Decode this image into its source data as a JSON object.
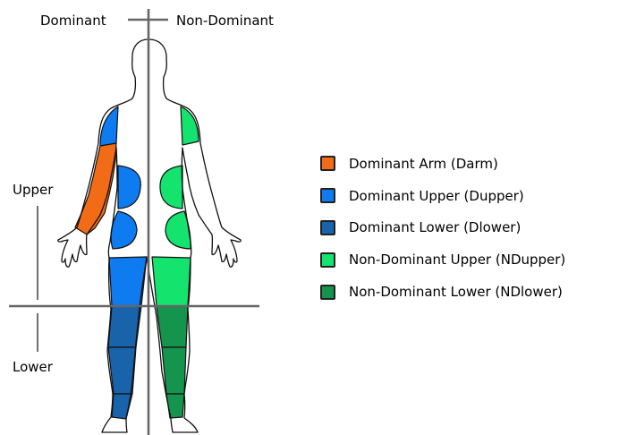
{
  "labels": {
    "dominant": "Dominant",
    "non_dominant": "Non-Dominant",
    "upper": "Upper",
    "lower": "Lower"
  },
  "legend": [
    {
      "label": "Dominant Arm (Darm)",
      "color": "#f26b16"
    },
    {
      "label": "Dominant Upper (Dupper)",
      "color": "#0f7bf0"
    },
    {
      "label": "Dominant Lower (Dlower)",
      "color": "#1963aa"
    },
    {
      "label": "Non-Dominant Upper (NDupper)",
      "color": "#14e36e"
    },
    {
      "label": "Non-Dominant Lower (NDlower)",
      "color": "#15944e"
    }
  ]
}
